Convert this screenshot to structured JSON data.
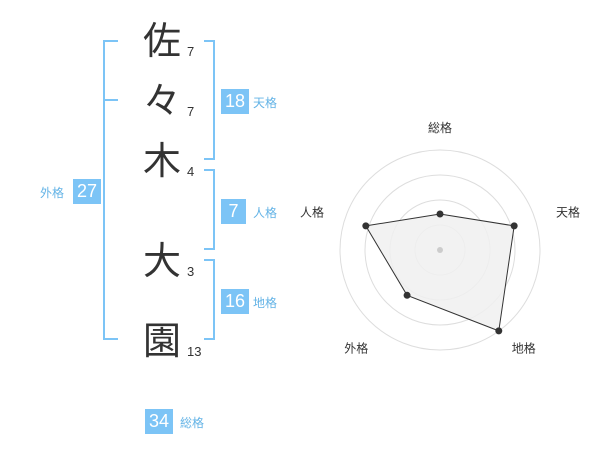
{
  "colors": {
    "accent": "#7cc4f6",
    "label": "#63b3e6",
    "text": "#333333",
    "ring": "#dddddd",
    "fill": "#f0f0f0",
    "polygon": "#333333"
  },
  "name": {
    "characters": [
      {
        "char": "佐",
        "strokes": "7"
      },
      {
        "char": "々",
        "strokes": "7"
      },
      {
        "char": "木",
        "strokes": "4"
      },
      {
        "char": "大",
        "strokes": "3"
      },
      {
        "char": "園",
        "strokes": "13"
      }
    ]
  },
  "fortune": {
    "tenkaku": {
      "value": "18",
      "label": "天格"
    },
    "jinkaku": {
      "value": "7",
      "label": "人格"
    },
    "chikaku": {
      "value": "16",
      "label": "地格"
    },
    "gaikaku": {
      "value": "27",
      "label": "外格"
    },
    "soukaku": {
      "value": "34",
      "label": "総格"
    }
  },
  "radar": {
    "axes": [
      "総格",
      "天格",
      "地格",
      "外格",
      "人格"
    ],
    "values": [
      0.36,
      0.78,
      1.0,
      0.56,
      0.78
    ],
    "max": 1.0,
    "rings": 4
  }
}
